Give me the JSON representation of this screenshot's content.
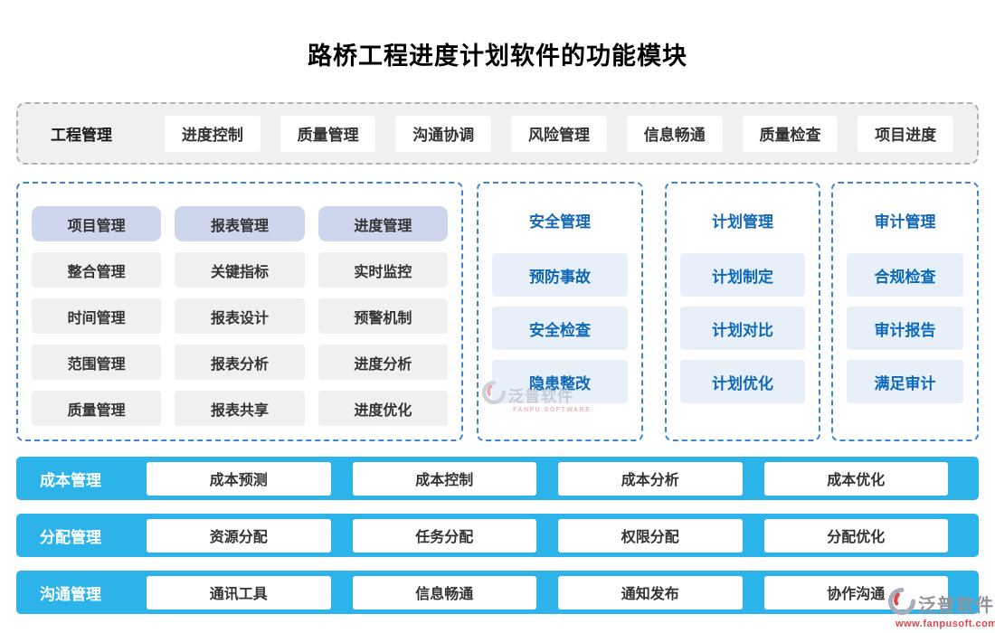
{
  "title": "路桥工程进度计划软件的功能模块",
  "top_bar": {
    "label": "工程管理",
    "items": [
      "进度控制",
      "质量管理",
      "沟通协调",
      "风险管理",
      "信息畅通",
      "质量检查",
      "项目进度"
    ]
  },
  "matrix": {
    "columns": [
      {
        "header": "项目管理",
        "items": [
          "整合管理",
          "时间管理",
          "范围管理",
          "质量管理"
        ]
      },
      {
        "header": "报表管理",
        "items": [
          "关键指标",
          "报表设计",
          "报表分析",
          "报表共享"
        ]
      },
      {
        "header": "进度管理",
        "items": [
          "实时监控",
          "预警机制",
          "进度分析",
          "进度优化"
        ]
      }
    ]
  },
  "panels": {
    "safety": {
      "title": "安全管理",
      "items": [
        "预防事故",
        "安全检查",
        "隐患整改"
      ]
    },
    "plan": {
      "title": "计划管理",
      "items": [
        "计划制定",
        "计划对比",
        "计划优化"
      ]
    },
    "audit": {
      "title": "审计管理",
      "items": [
        "合规检查",
        "审计报告",
        "满足审计"
      ]
    }
  },
  "bottom_bars": [
    {
      "label": "成本管理",
      "items": [
        "成本预测",
        "成本控制",
        "成本分析",
        "成本优化"
      ]
    },
    {
      "label": "分配管理",
      "items": [
        "资源分配",
        "任务分配",
        "权限分配",
        "分配优化"
      ]
    },
    {
      "label": "沟通管理",
      "items": [
        "通讯工具",
        "信息畅通",
        "通知发布",
        "协作沟通"
      ]
    }
  ],
  "watermarks": {
    "center": {
      "name": "泛普软件",
      "sub": "FANPU SOFTWARE"
    },
    "corner": {
      "name": "泛普软件",
      "sub": "www.fanpusoft.com"
    }
  },
  "colors": {
    "bar_blue": "#2bb3ea",
    "panel_border_blue": "#3d85d2",
    "panel_title_blue": "#1467b4",
    "light_button_bg": "#e7f0f9",
    "light_button_text": "#0d68b8",
    "highlight_button_bg": "#cdd6ed",
    "gray_button_bg": "#f0f0f0",
    "top_bar_bg": "#f0f0f0",
    "watermark_red": "#e4444a"
  }
}
